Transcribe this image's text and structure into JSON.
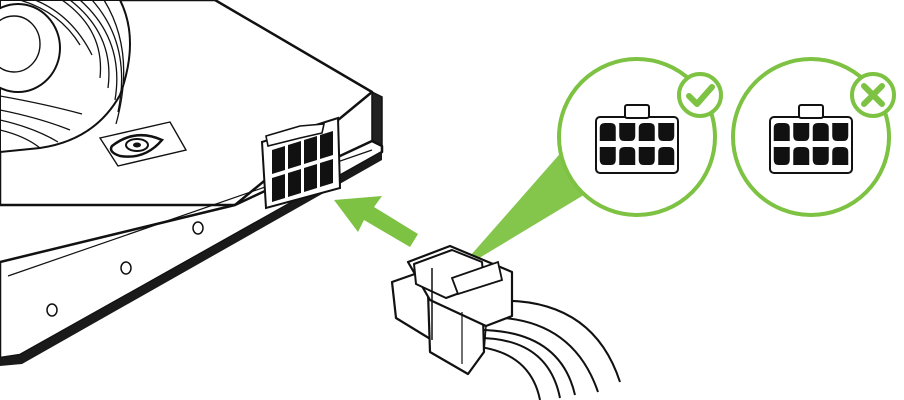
{
  "diagram": {
    "callouts": [
      {
        "id": "correct",
        "status": "correct",
        "badge_icon": "checkmark-icon"
      },
      {
        "id": "incorrect",
        "status": "incorrect",
        "badge_icon": "x-mark-icon"
      }
    ],
    "pin_count": 8,
    "arrow_direction": "left",
    "colors": {
      "accent": "#7dc242",
      "accent_fill": "#ffffff",
      "line": "#111111",
      "pin": "#111111",
      "background": "#ffffff"
    }
  }
}
